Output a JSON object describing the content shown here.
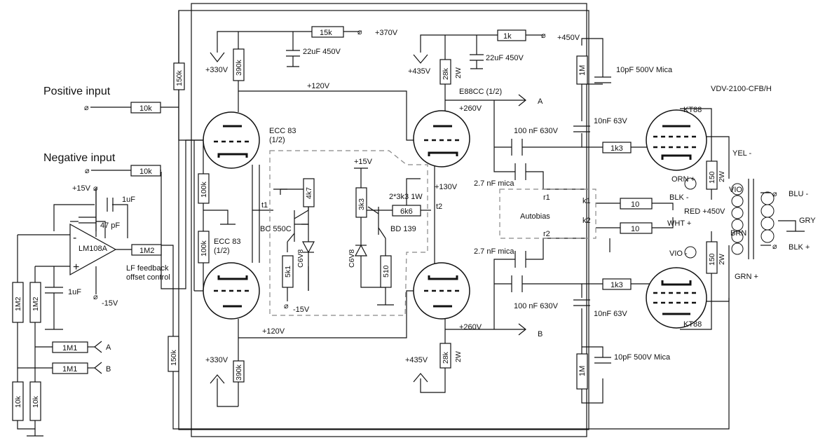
{
  "labels": {
    "positive_input": "Positive input",
    "negative_input": "Negative input",
    "opamp": "LM108A",
    "lf_feedback_1": "LF feedback",
    "lf_feedback_2": "offset control",
    "plus15_opamp": "+15V",
    "minus15_opamp": "-15V",
    "c47p": "47 pF",
    "c1u_top": "1uF",
    "c1u_bot": "1uF",
    "minus": "-",
    "plus": "+",
    "ecc83_top_1": "ECC 83",
    "ecc83_top_2": "(1/2)",
    "ecc83_bot_1": "ECC 83",
    "ecc83_bot_2": "(1/2)",
    "e88cc": "E88CC (1/2)",
    "v370": "+370V",
    "v330_top": "+330V",
    "v330_bot": "+330V",
    "v120_top": "+120V",
    "v120_bot": "+120V",
    "v435_top": "+435V",
    "v435_bot": "+435V",
    "v450": "+450V",
    "v260_top": "+260V",
    "v260_bot": "+260V",
    "v130": "+130V",
    "cap22u_1": "22uF 450V",
    "cap22u_2": "22uF 450V",
    "w2_top": "2W",
    "w2_bot": "2W",
    "w2_150a": "2W",
    "w2_150b": "2W",
    "t1": "t1",
    "t2": "t2",
    "bc550c": "BC 550C",
    "c6v8_left": "C6V8",
    "c6v8_right": "C6V8",
    "bd139": "BD 139",
    "plus15_cs": "+15V",
    "minus15_cs": "-15V",
    "r2x3k3": "2*3k3 1W",
    "autobias": "Autobias",
    "r1": "r1",
    "r2": "r2",
    "k1": "k1",
    "k2": "k2",
    "cap100n_top": "100 nF 630V",
    "cap100n_bot": "100 nF 630V",
    "mica_top": "2.7 nF mica",
    "mica_bot": "2.7 nF mica",
    "c10n_top": "10nF 63V",
    "c10n_bot": "10nF 63V",
    "c10p_top": "10pF 500V Mica",
    "c10p_bot": "10pF 500V Mica",
    "kt88_top": "KT88",
    "kt88_bot": "KT88",
    "transformer": "VDV-2100-CFB/H",
    "yel": "YEL -",
    "orn": "ORN +",
    "blk_minus": "BLK -",
    "vio_right": "VIO",
    "red": "RED +450V",
    "wht": "WHT +",
    "vio_minus": "VIO -",
    "brn": "BRN",
    "grn": "GRN +",
    "blu": "BLU -",
    "gry": "GRY",
    "blk_plus": "BLK +",
    "out_a": "A",
    "out_b": "B",
    "fb_a": "A",
    "fb_b": "B"
  },
  "resistors": {
    "r15k": "15k",
    "r1k": "1k",
    "r150k_top": "150k",
    "r150k_bot": "150k",
    "r390k_top": "390k",
    "r390k_bot": "390k",
    "r28k_top": "28k",
    "r28k_bot": "28k",
    "r1m_top": "1M",
    "r1m_bot": "1M",
    "r10k_pos": "10k",
    "r10k_neg": "10k",
    "r100k_a": "100k",
    "r100k_b": "100k",
    "r1m2_out": "1M2",
    "r1m2_a": "1M2",
    "r1m2_b": "1M2",
    "r1m1_a": "1M1",
    "r1m1_b": "1M1",
    "r10k_a": "10k",
    "r10k_b": "10k",
    "r4k7": "4k7",
    "r5k1": "5k1",
    "r3k3": "3k3",
    "r6k6": "6k6",
    "r510": "510",
    "r1k3_top": "1k3",
    "r1k3_bot": "1k3",
    "r10_top": "10",
    "r10_bot": "10",
    "r150_top": "150",
    "r150_bot": "150"
  }
}
